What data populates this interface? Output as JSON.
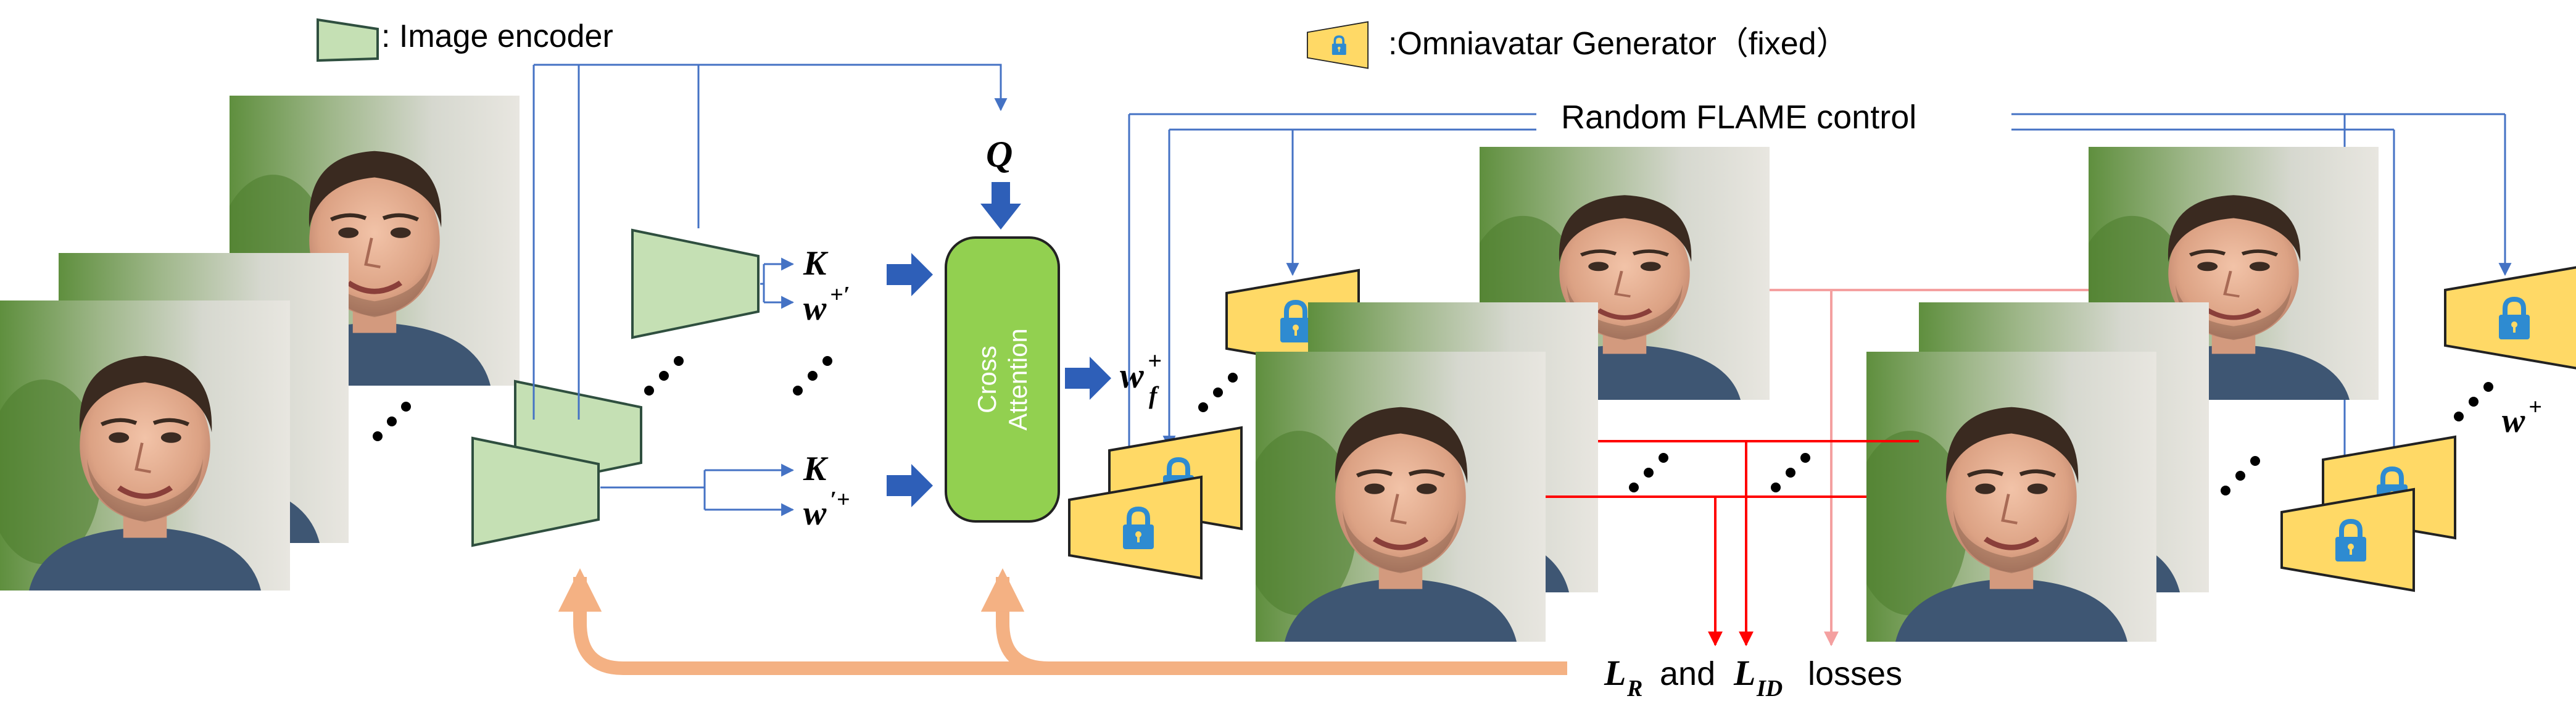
{
  "legend": {
    "encoder_label": ": Image encoder",
    "generator_label": ":Omniavatar Generator（fixed）",
    "encoder_icon": "green-trapezoid-icon",
    "generator_icon": "yellow-lock-trapezoid-icon"
  },
  "labels": {
    "random_flame": "Random FLAME control",
    "q": "Q",
    "k_top": "K",
    "w_top_base": "w",
    "w_top_sup": "+′",
    "k_bottom": "K",
    "w_bottom_base": "w",
    "w_bottom_sup": "′+",
    "cross_attention_line1": "Cross",
    "cross_attention_line2": "Attention",
    "wf_base": "w",
    "wf_sup": "+",
    "wf_sub": "f",
    "w_plus_base": "w",
    "w_plus_sup": "+",
    "loss_lr_base": "L",
    "loss_lr_sub": "R",
    "loss_and": "and",
    "loss_lid_base": "L",
    "loss_lid_sub": "ID",
    "loss_word": "losses"
  },
  "colors": {
    "encoder_fill": "#c5e0b4",
    "encoder_stroke": "#2f4f3f",
    "generator_fill": "#ffd966",
    "lock": "#2e8bd1",
    "blue_line": "#4472c4",
    "blue_arrow": "#2e5fb8",
    "cross_attention_fill": "#92d050",
    "red_line": "#ff0000",
    "pink_line": "#f4a0a0",
    "orange_arrow": "#f4b183"
  }
}
